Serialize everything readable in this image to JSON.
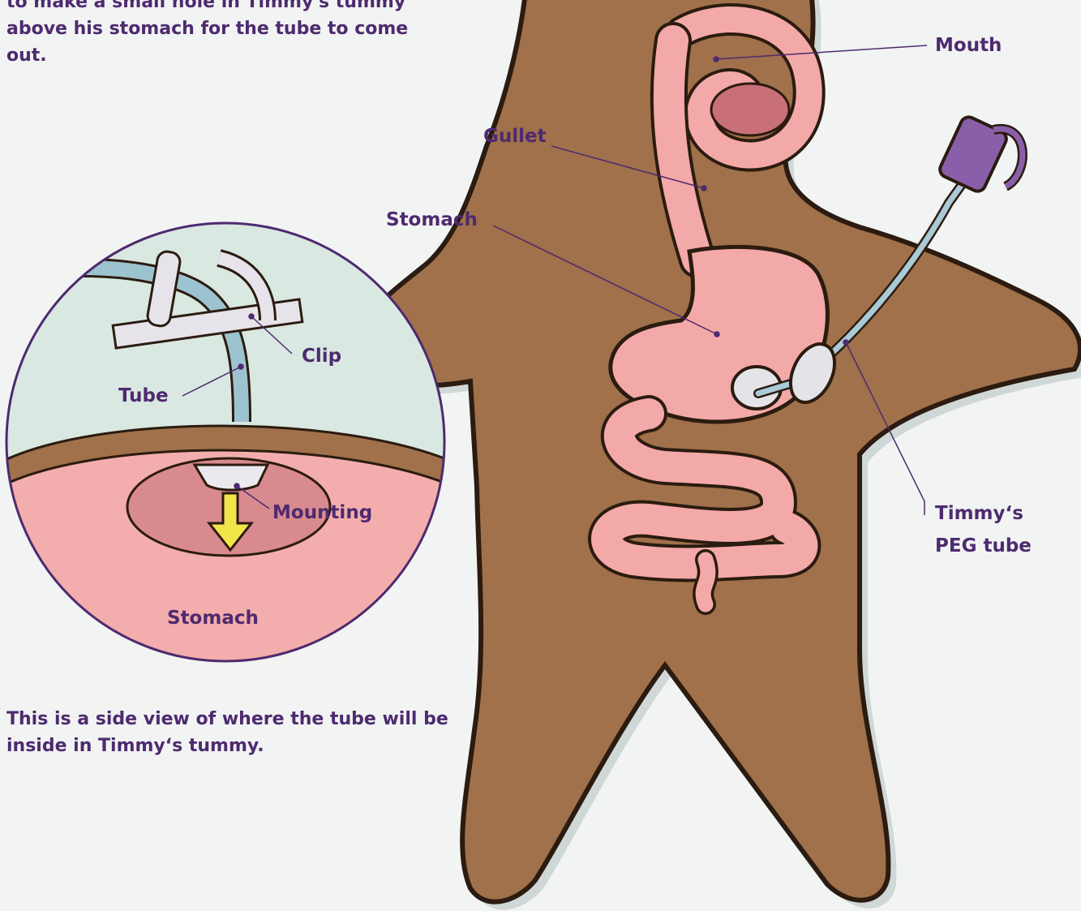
{
  "intro_text": "to make a small hole in Timmy's tummy above his stomach for the tube to come out.",
  "caption_text": "This is a side view of where the tube will be inside in Timmy‘s tummy.",
  "labels": {
    "mouth": "Mouth",
    "gullet": "Gullet",
    "stomach_body": "Stomach",
    "peg_tube_line1": "Timmy‘s",
    "peg_tube_line2": "PEG tube",
    "clip": "Clip",
    "tube": "Tube",
    "mounting": "Mounting",
    "stomach_inset": "Stomach"
  },
  "colors": {
    "text": "#4e2a6f",
    "body": "#a0714a",
    "organ": "#f3a9a7",
    "inset_bg": "#d9e8e1",
    "tube": "#8fb8c6",
    "peg_connector": "#8a5fa9"
  }
}
